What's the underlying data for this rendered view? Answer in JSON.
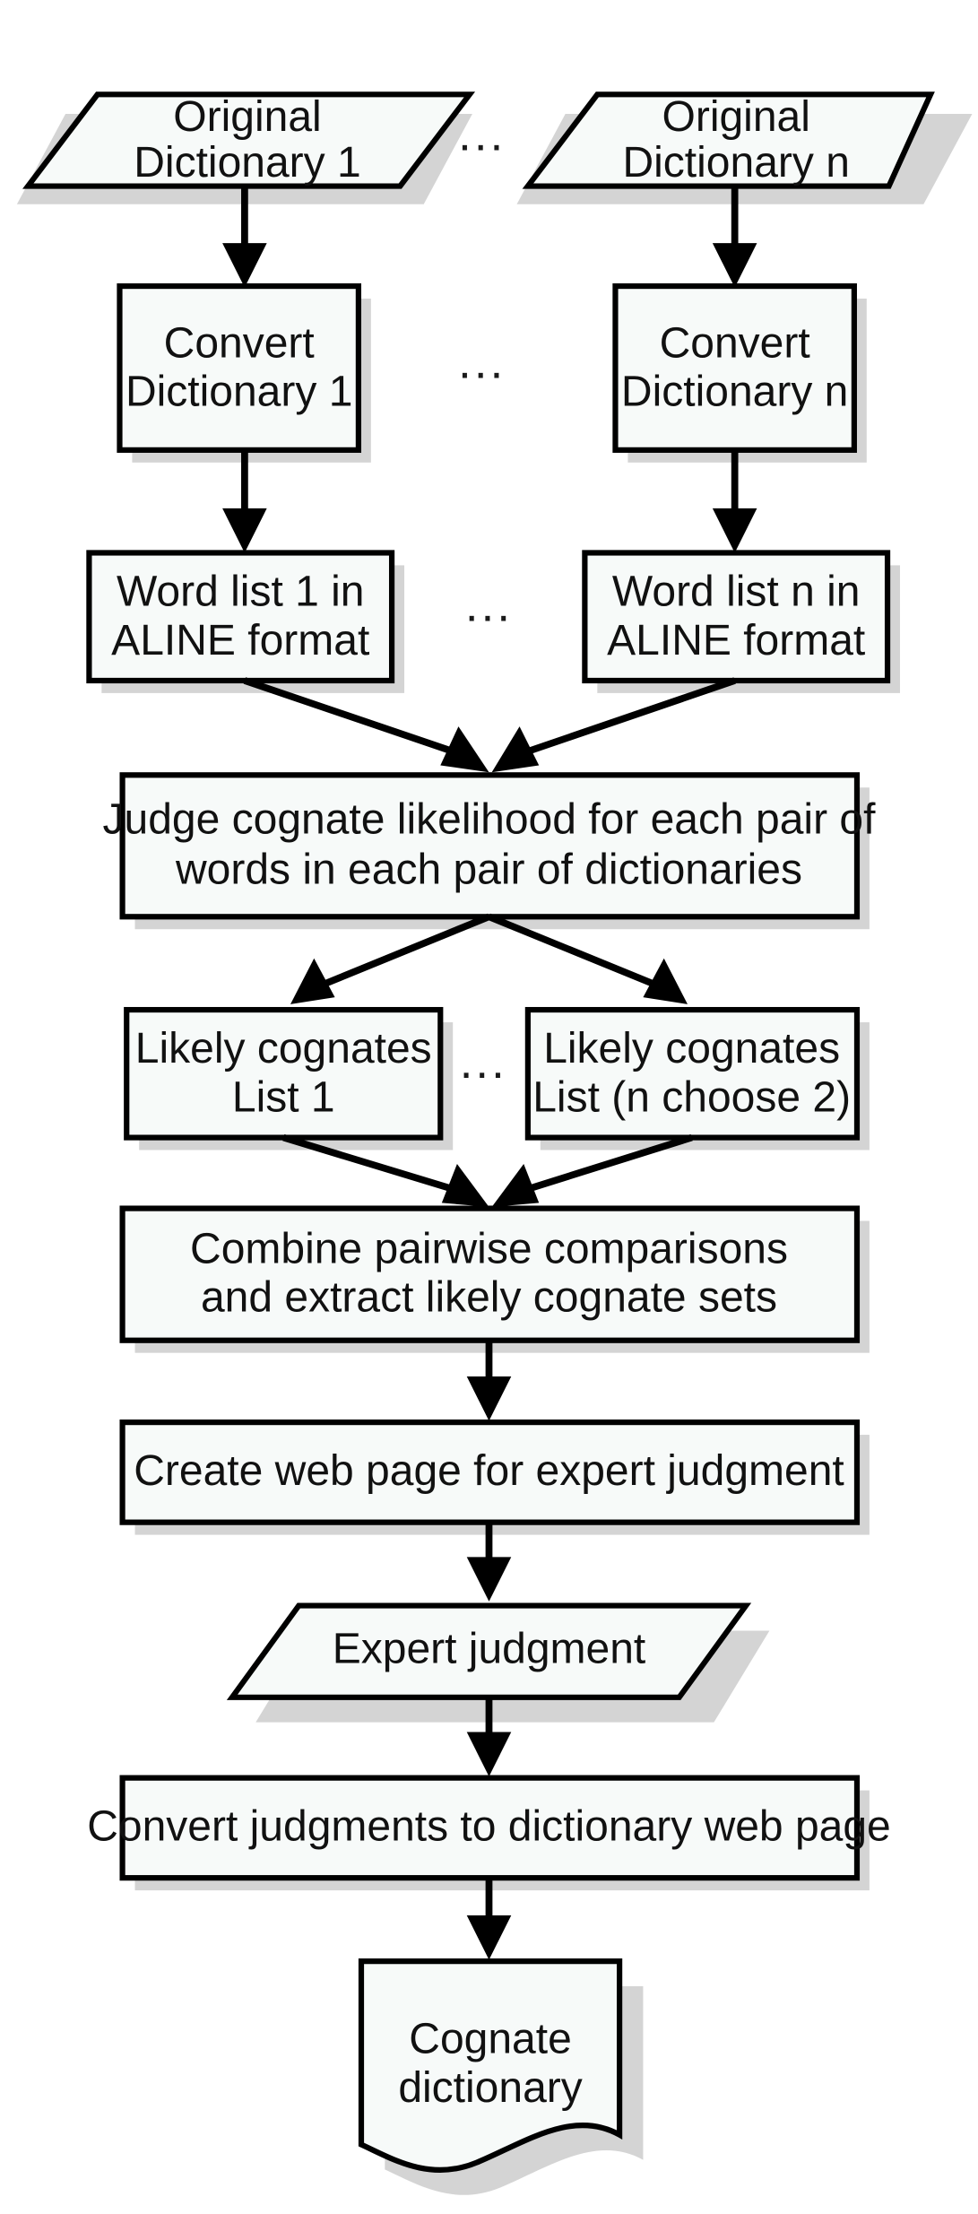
{
  "diagram": {
    "title": "Cognate dictionary construction pipeline flowchart",
    "background_color": "#ffffff",
    "node_fill_color": "#f7faf9",
    "stroke_color": "#000000",
    "text_color": "#111111"
  },
  "ellipsis": {
    "glyph": "...",
    "row_dictionaries": "...",
    "row_convert": "...",
    "row_wordlist": "...",
    "row_cognates": "..."
  },
  "nodes": {
    "original_dictionary_1": {
      "shape": "parallelogram",
      "line1": "Original",
      "line2": "Dictionary 1"
    },
    "original_dictionary_n": {
      "shape": "parallelogram",
      "line1": "Original",
      "line2": "Dictionary n"
    },
    "convert_dictionary_1": {
      "shape": "rectangle",
      "line1": "Convert",
      "line2": "Dictionary 1"
    },
    "convert_dictionary_n": {
      "shape": "rectangle",
      "line1": "Convert",
      "line2": "Dictionary n"
    },
    "word_list_1": {
      "shape": "rectangle",
      "line1": "Word list 1 in",
      "line2": "ALINE format"
    },
    "word_list_n": {
      "shape": "rectangle",
      "line1": "Word list n in",
      "line2": "ALINE format"
    },
    "judge_cognate_likelihood": {
      "shape": "rectangle",
      "line1": "Judge cognate likelihood for each pair of",
      "line2": "words in each pair of dictionaries"
    },
    "likely_cognates_list_1": {
      "shape": "rectangle",
      "line1": "Likely cognates",
      "line2": "List 1"
    },
    "likely_cognates_list_nc2": {
      "shape": "rectangle",
      "line1": "Likely cognates",
      "line2": "List (n choose 2)"
    },
    "combine_pairwise": {
      "shape": "rectangle",
      "line1": "Combine pairwise comparisons",
      "line2": "and extract likely cognate sets"
    },
    "create_web_page": {
      "shape": "rectangle",
      "line1": "Create web page for expert judgment"
    },
    "expert_judgment": {
      "shape": "parallelogram",
      "line1": "Expert judgment"
    },
    "convert_judgments": {
      "shape": "rectangle",
      "line1": "Convert judgments to dictionary web page"
    },
    "cognate_dictionary": {
      "shape": "document",
      "line1": "Cognate",
      "line2": "dictionary"
    }
  },
  "edges": [
    {
      "name": "orig1-to-convert1",
      "from": "original_dictionary_1",
      "to": "convert_dictionary_1"
    },
    {
      "name": "orign-to-convertn",
      "from": "original_dictionary_n",
      "to": "convert_dictionary_n"
    },
    {
      "name": "convert1-to-wordlist1",
      "from": "convert_dictionary_1",
      "to": "word_list_1"
    },
    {
      "name": "convertn-to-wordlistn",
      "from": "convert_dictionary_n",
      "to": "word_list_n"
    },
    {
      "name": "wordlist1-to-judge",
      "from": "word_list_1",
      "to": "judge_cognate_likelihood"
    },
    {
      "name": "wordlistn-to-judge",
      "from": "word_list_n",
      "to": "judge_cognate_likelihood"
    },
    {
      "name": "judge-to-cognates1",
      "from": "judge_cognate_likelihood",
      "to": "likely_cognates_list_1"
    },
    {
      "name": "judge-to-cognatesnc2",
      "from": "judge_cognate_likelihood",
      "to": "likely_cognates_list_nc2"
    },
    {
      "name": "cognates1-to-combine",
      "from": "likely_cognates_list_1",
      "to": "combine_pairwise"
    },
    {
      "name": "cognatesnc2-to-combine",
      "from": "likely_cognates_list_nc2",
      "to": "combine_pairwise"
    },
    {
      "name": "combine-to-webpage",
      "from": "combine_pairwise",
      "to": "create_web_page"
    },
    {
      "name": "webpage-to-expert",
      "from": "create_web_page",
      "to": "expert_judgment"
    },
    {
      "name": "expert-to-convertjudgments",
      "from": "expert_judgment",
      "to": "convert_judgments"
    },
    {
      "name": "convertjudgments-to-cognatedict",
      "from": "convert_judgments",
      "to": "cognate_dictionary"
    }
  ]
}
